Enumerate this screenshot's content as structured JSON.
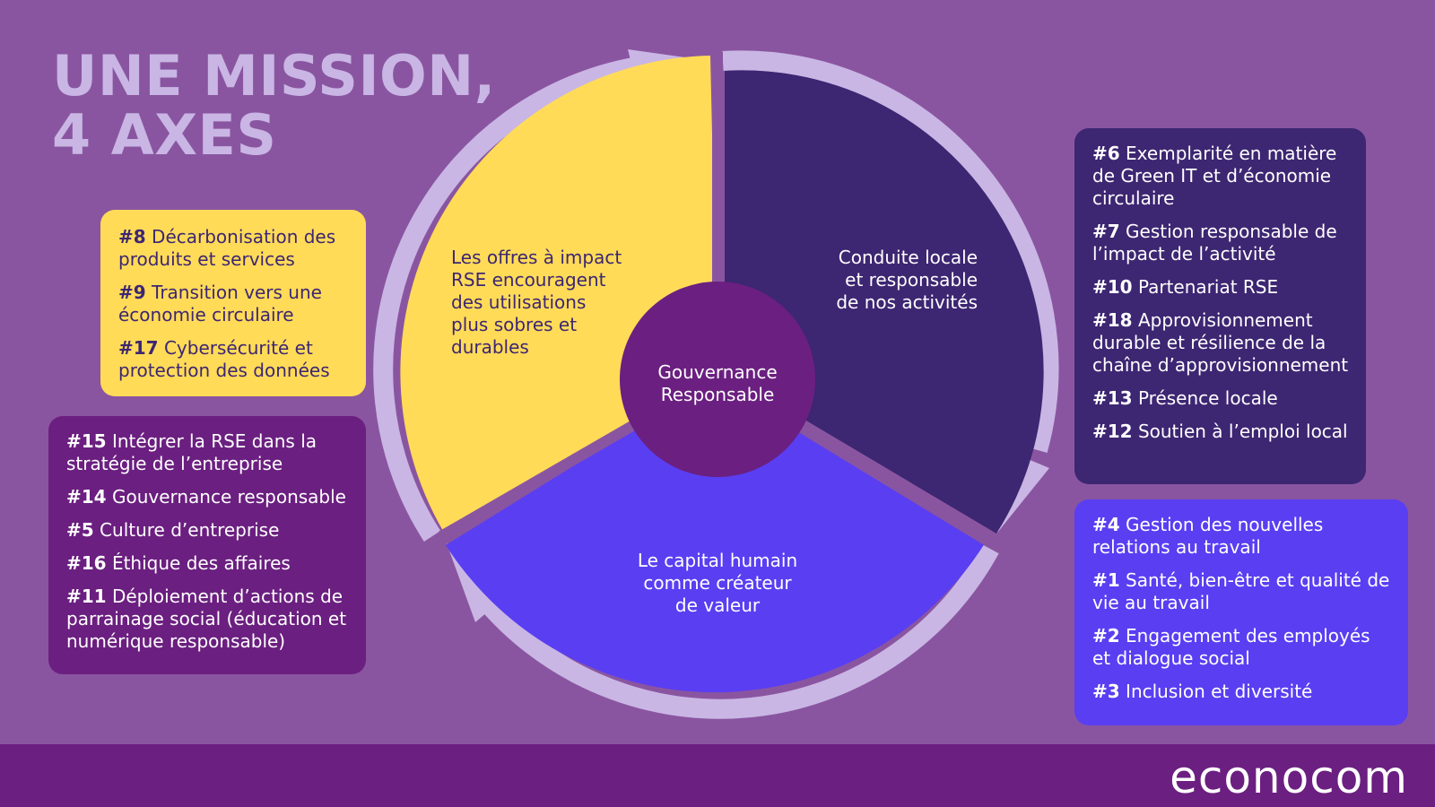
{
  "title": {
    "line1": "UNE MISSION,",
    "line2": "4 AXES"
  },
  "colors": {
    "background": "#8a55a0",
    "yellow": "#ffdb58",
    "dark_purple": "#3d2672",
    "blue": "#5a3ef2",
    "center": "#6b1f80",
    "ring": "#c9b6e4"
  },
  "diagram": {
    "center_label_line1": "Gouvernance",
    "center_label_line2": "Responsable",
    "segments": {
      "yellow": [
        "Les offres à impact",
        "RSE encouragent",
        "des utilisations",
        "plus sobres et",
        "durables"
      ],
      "dark": [
        "Conduite locale",
        "et responsable",
        "de nos activités"
      ],
      "blue": [
        "Le capital humain",
        "comme créateur",
        "de valeur"
      ]
    }
  },
  "boxes": {
    "yellow": [
      {
        "num": "#8",
        "text": "Décarbonisation des produits et services"
      },
      {
        "num": "#9",
        "text": "Transition vers une économie circulaire"
      },
      {
        "num": "#17",
        "text": "Cybersécurité et protection des données"
      }
    ],
    "purple": [
      {
        "num": "#15",
        "text": "Intégrer la RSE dans la stratégie de l’entreprise"
      },
      {
        "num": "#14",
        "text": "Gouvernance responsable"
      },
      {
        "num": "#5",
        "text": "Culture d’entreprise"
      },
      {
        "num": "#16",
        "text": "Éthique des affaires"
      },
      {
        "num": "#11",
        "text": "Déploiement d’actions de parrainage social (éducation et numérique responsable)"
      }
    ],
    "dark": [
      {
        "num": "#6",
        "text": "Exemplarité en matière de Green IT et d’économie circulaire"
      },
      {
        "num": "#7",
        "text": "Gestion responsable de l’impact de l’activité"
      },
      {
        "num": "#10",
        "text": "Partenariat RSE"
      },
      {
        "num": "#18",
        "text": "Approvisionnement durable et résilience de la chaîne d’approvisionnement"
      },
      {
        "num": "#13",
        "text": "Présence locale"
      },
      {
        "num": "#12",
        "text": "Soutien à l’emploi local"
      }
    ],
    "blue": [
      {
        "num": "#4",
        "text": "Gestion des nouvelles relations au travail"
      },
      {
        "num": "#1",
        "text": "Santé, bien-être et qualité de vie au travail"
      },
      {
        "num": "#2",
        "text": "Engagement des employés et dialogue social"
      },
      {
        "num": "#3",
        "text": "Inclusion et diversité"
      }
    ]
  },
  "footer": {
    "logo": "econocom"
  }
}
